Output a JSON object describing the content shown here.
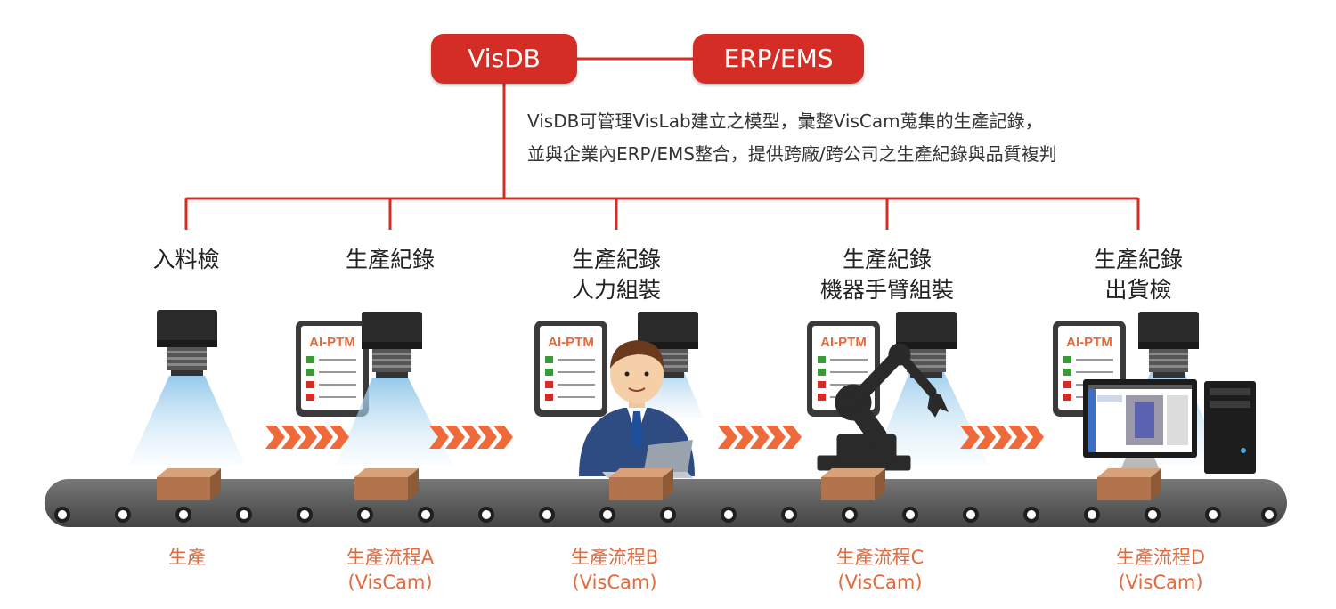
{
  "top": {
    "db_label": "VisDB",
    "erp_label": "ERP/EMS"
  },
  "description": {
    "line1": "VisDB可管理VisLab建立之模型，彙整VisCam蒐集的生產記錄，",
    "line2": "並與企業內ERP/EMS整合，提供跨廠/跨公司之生產紀錄與品質複判"
  },
  "stages": [
    {
      "label_line1": "入料檢",
      "label_line2": "",
      "bottom_line1": "生產",
      "bottom_line2": "",
      "has_card": false
    },
    {
      "label_line1": "生產紀錄",
      "label_line2": "",
      "bottom_line1": "生產流程A",
      "bottom_line2": "(VisCam)",
      "has_card": true
    },
    {
      "label_line1": "生產紀錄",
      "label_line2": "人力組裝",
      "bottom_line1": "生產流程B",
      "bottom_line2": "(VisCam)",
      "has_card": true
    },
    {
      "label_line1": "生產紀錄",
      "label_line2": "機器手臂組裝",
      "bottom_line1": "生產流程C",
      "bottom_line2": "(VisCam)",
      "has_card": true
    },
    {
      "label_line1": "生產紀錄",
      "label_line2": "出貨檢",
      "bottom_line1": "生產流程D",
      "bottom_line2": "(VisCam)",
      "has_card": true
    }
  ],
  "card_title": "AI-PTM",
  "colors": {
    "accent_red": "#d42d26",
    "label_orange": "#e26a3c",
    "chevron_orange": "#ef6a3a",
    "belt_gray": "#5b5b5b",
    "box_brown": "#b2744c",
    "camera_dark": "#2a2a2a"
  }
}
